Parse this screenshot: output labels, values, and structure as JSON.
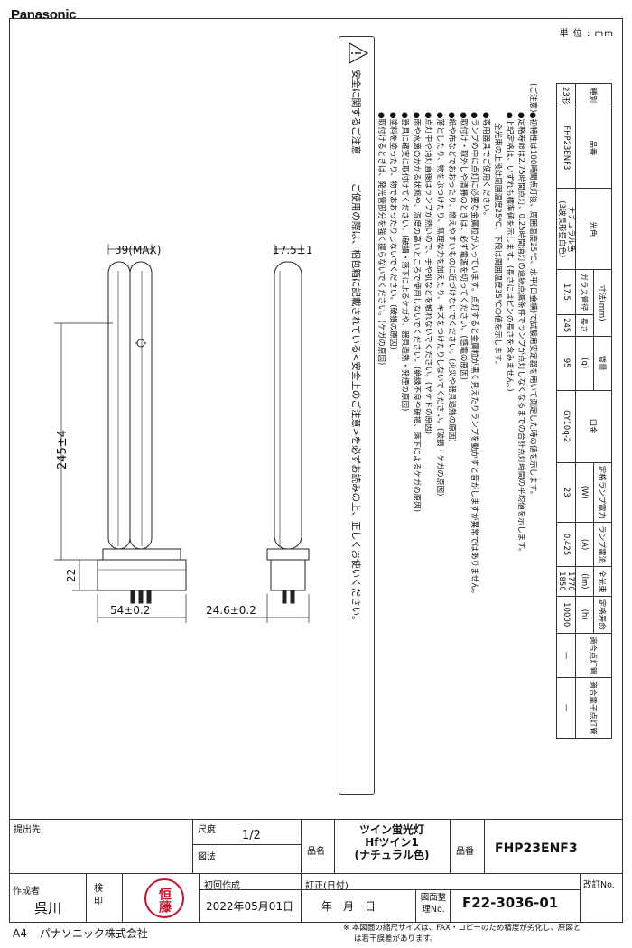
{
  "header": {
    "brand": "Panasonic",
    "unit": "単 位 : mm"
  },
  "drawing": {
    "front": {
      "width": "39(MAX)",
      "length": "245±4",
      "base_height": "22",
      "base_width": "54±0.2"
    },
    "side": {
      "thickness": "17.5±1",
      "base_width": "24.6±0.2"
    }
  },
  "spec_table": {
    "headers": {
      "type": "種別",
      "part": "品番",
      "color": "光色",
      "dims": "寸法(mm)",
      "tube_dia": "ガラス管径",
      "length": "長さ",
      "mass": "質量",
      "mass_unit": "(g)",
      "base": "口金",
      "power": "定格ランプ電力",
      "power_unit": "(W)",
      "current": "ランプ電流",
      "current_unit": "(A)",
      "flux": "全光束",
      "flux_unit": "(lm)",
      "life": "定格寿命",
      "life_unit": "(h)",
      "ballast": "適合点灯管",
      "e_ballast": "適合電子点灯管"
    },
    "row": {
      "type": "23形",
      "part": "FHP23ENF3",
      "color1": "ナチュラル色",
      "color2": "(3波長形昼白色)",
      "tube_dia": "17.5",
      "length": "245",
      "mass": "95",
      "base": "GY10q-2",
      "power": "23",
      "current": "0.425",
      "flux1": "1770",
      "flux2": "1850",
      "life": "10000",
      "ballast": "—",
      "e_ballast": "—"
    }
  },
  "notes": {
    "label": "(ご注意)",
    "n1": "●初特性は100時間点灯後、周囲温度25℃、水平(口金横)で試験用安定器を用いて測定した時の値を示します。",
    "n2": "●定格寿命は2.75時間点灯、0.25時間消灯の連続点滅条件でランプが点灯しなくなるまでの合計点灯時間の平均値を示します。",
    "n3": "●上記定格は、いずれも標準値を示します。(長さにはピンの長さを含みません。)",
    "n4": "全光束の上段は周囲温度25℃、下段は周囲温度35℃の値を示します。",
    "n5": "●専用器具でご使用ください。",
    "n6": "●ランプの中に点灯に必要な金属粒が入っています。点灯すると金属粒が黒く見えたりランプを動かすと音がしますが異常ではありません。",
    "n7": "●取付け・取外しや清掃のときは、必ず電源を切ってください。(感電の原因)",
    "n8": "●紙や布などでおおったり、燃えやすいものに近づけないでください。(火災や器具過熱の原因)",
    "n9": "●落としたり、物をぶつけたり、無理な力を加えたり、キズをつけたりしないでください。(破損・ケガの原因)",
    "n10": "●点灯中や消灯直後はランプが熱いので、手や肌などを触れないでください。(ヤケドの原因)",
    "n11": "●雨や水滴のかかる状態や、湿度の高いところで使用しないでください。(絶縁不良や破損、落下によるケガの原因)",
    "n12": "●器具に確実に取付けてください。(破損・落下によるケガや、器具過熱・発煙の原因)",
    "n13": "●塗料を塗ったり、物でおおったりしないでください。(破損の原因)",
    "n14": "●取付けるときは、発光管部分を強く握らないでください。(ケガの原因)"
  },
  "safety": {
    "label": "安全に関するご注意",
    "text": "ご使用の際は、梱包箱に記載されている<安全上のご注意>を必ずお読みの上、正しくお使いください。"
  },
  "title_block": {
    "submit_label": "提出先",
    "scale_label": "尺度",
    "scale": "1/2",
    "drawing_method_label": "図法",
    "name_label": "品名",
    "name1": "ツイン蛍光灯",
    "name2": "Hfツイン1",
    "name3": "(ナチュラル色)",
    "part_label": "品番",
    "part": "FHP23ENF3",
    "author_label": "作成者",
    "author": "呉川",
    "check_label": "検印",
    "stamp": "恒藤",
    "first_label": "初回作成",
    "first_date": "2022年05月01日",
    "revision_label": "訂正(日付)",
    "revision_date": "年　月　日",
    "dwg_label": "図面整理No.",
    "dwg_no": "F22-3036-01",
    "rev_no_label": "改訂No."
  },
  "footer": {
    "size": "A4",
    "company": "パナソニック株式会社",
    "note1": "※ 本図面の縮尺サイズは、FAX・コピーのため精度が劣化し、原図と",
    "note2": "は若干誤差があります。"
  }
}
